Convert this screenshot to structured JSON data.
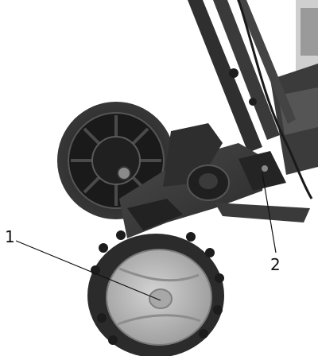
{
  "figure": {
    "subject": "wheel-assembly-illustration",
    "callouts": [
      {
        "number": "1"
      },
      {
        "number": "2"
      }
    ]
  },
  "colors": {
    "background": "#ffffff",
    "tire": "#2b2b2b",
    "hub_light": "#b9b9b9",
    "frame_dark": "#3a3a3a",
    "leader_line": "#111111"
  }
}
